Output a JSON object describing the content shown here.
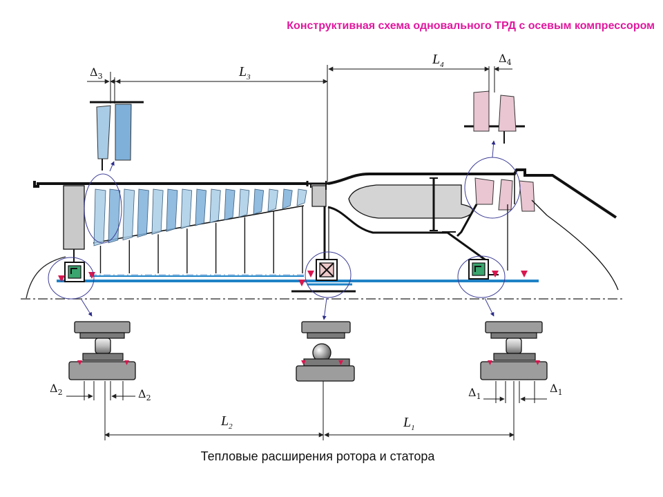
{
  "title": "Конструктивная схема одновального ТРД с осевым компрессором",
  "caption": "Тепловые расширения ротора и статора",
  "dimensions": {
    "L1": {
      "symbol": "L",
      "index": "1"
    },
    "L2": {
      "symbol": "L",
      "index": "2"
    },
    "L3": {
      "symbol": "L",
      "index": "3"
    },
    "L4": {
      "symbol": "L",
      "index": "4"
    },
    "d1": {
      "symbol": "Δ",
      "index": "1"
    },
    "d2": {
      "symbol": "Δ",
      "index": "2"
    },
    "d3": {
      "symbol": "Δ",
      "index": "3"
    },
    "d4": {
      "symbol": "Δ",
      "index": "4"
    }
  },
  "colors": {
    "title": "#e0189e",
    "compressor_blade": "#a9cce6",
    "compressor_blade_dark": "#7fb0da",
    "turbine_blade": "#e9c6d2",
    "shaft": "#1e82c6",
    "marker": "#d8174f",
    "bearing_box": "#3aa56e",
    "scale_circle": "#3c3c96"
  }
}
